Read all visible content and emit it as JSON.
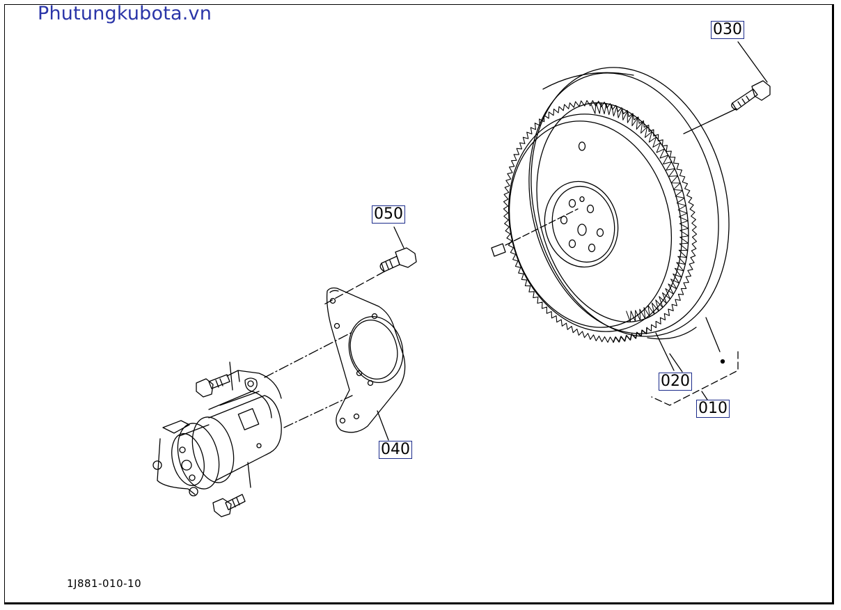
{
  "watermark": "Phutungkubota.vn",
  "diagram_code": "1J881-010-10",
  "parts": {
    "p030": "030",
    "p050": "050",
    "p020": "020",
    "p010": "010",
    "p040": "040"
  },
  "colors": {
    "watermark": "#2a35a8",
    "label_border": "#1a2a8a",
    "line": "#000000"
  }
}
